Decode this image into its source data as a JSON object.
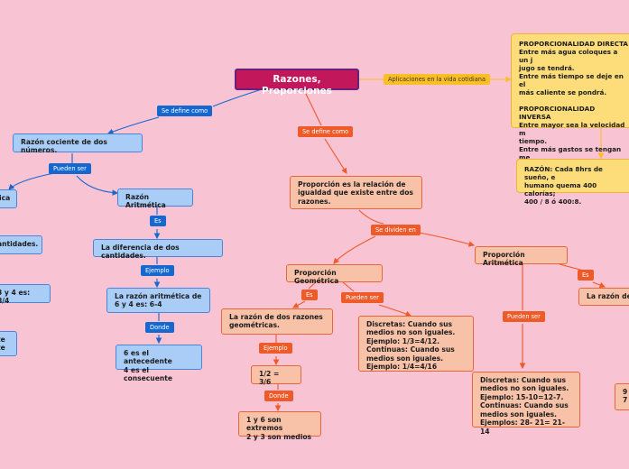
{
  "root": "Razones, Proporciones",
  "links": {
    "aplicaciones": "Aplicaciones en la vida cotidiana",
    "se_define_como_1": "Se define como",
    "se_define_como_2": "Se define como",
    "pueden_ser_1": "Pueden ser",
    "es_1": "Es",
    "ejemplo_1": "Ejemplo",
    "donde_1": "Donde",
    "se_dividen_en": "Se dividen en",
    "es_2": "Es",
    "pueden_ser_2": "Pueden ser",
    "ejemplo_2": "Ejemplo",
    "donde_2": "Donde",
    "es_3": "Es",
    "pueden_ser_3": "Pueden ser"
  },
  "nodes": {
    "razon_cociente": "Razón cociente de dos números.",
    "razon_geometrica_partial": "ica",
    "cantidades_partial": "antidades.",
    "ejemplo_partial": "3 y 4 es: 8/4",
    "antecedente_partial": "te\nte",
    "razon_aritmetica": "Razón Aritmética",
    "diferencia": "La diferencia de dos cantidades.",
    "razon_arit_ejemplo": "La razón aritmética de 6 y 4 es: 6-4",
    "antecedente_consecuente": "6 es el antecedente\n4 es el consecuente",
    "proporcion_def": "Proporción es la relación de igualdad que existe entre dos razones.",
    "proporcion_geometrica": "Proporción Geométrica",
    "razon_dos_geometricas": "La razón de dos razones geométricas.",
    "ejemplo_fraccion": "1/2 = 3/6",
    "extremos_medios": "1 y 6 son extremos\n2 y 3 son medios",
    "discretas_continuas_geo": "Discretas: Cuando sus medios no son iguales.\nEjemplo: 1/3=4/12.\nContinuas: Cuando sus medios son iguales.\nEjemplo: 1/4=4/16",
    "proporcion_aritmetica": "Proporción Aritmética",
    "razon_de_partial": "La razón de",
    "discretas_continuas_arit": "Discretas: Cuando sus medios no son iguales.\nEjemplo: 15-10=12-7.\nContinuas: Cuando sus medios son iguales.\nEjemplos: 28- 21= 21-14",
    "partial_bottom_right": "9\n7",
    "aplicaciones_texto": "PROPORCIONALIDAD DIRECTA\nEntre más agua coloques a un j\njugo se tendrá.\nEntre más tiempo se deje en el\nmás caliente se pondrá.\n\nPROPORCIONALIDAD INVERSA\nEntre mayor sea la velocidad m\ntiempo.\nEntre más gastos se tengan me\nganancias se obtienen.",
    "razon_sueno": "RAZÓN: Cada 8hrs de sueño, e\nhumano quema 400 calorías;\n400 / 8 ó 400:8."
  },
  "colors": {
    "background": "#f8c3d3",
    "root": "#c2175b",
    "blue_node": "#a9cdf7",
    "blue_link": "#1568d0",
    "orange_node": "#f8c2a8",
    "orange_link": "#ee5a28",
    "yellow_node": "#fddc7a"
  }
}
